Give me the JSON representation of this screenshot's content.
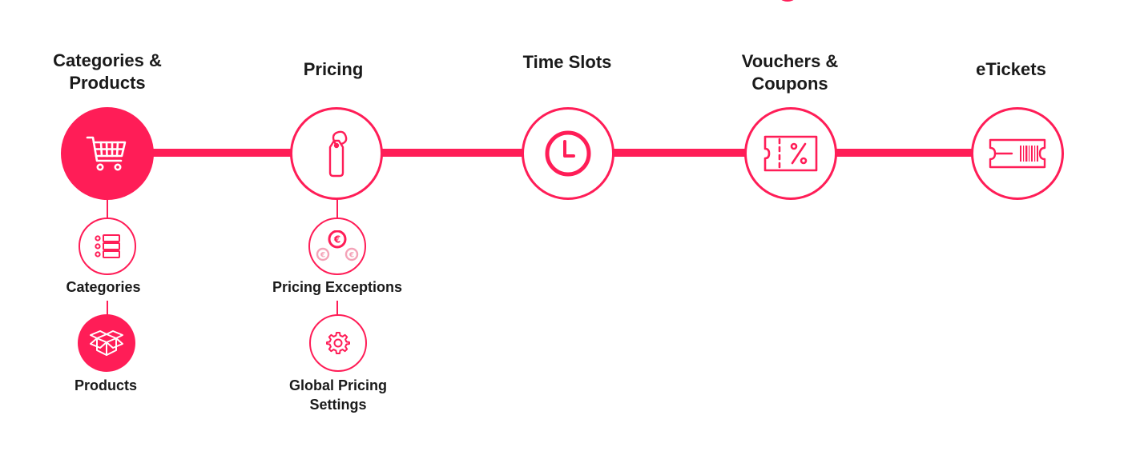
{
  "colors": {
    "accent": "#ff1d57",
    "accent_light": "#f4a3b8",
    "text": "#1a1a1a",
    "background": "#ffffff"
  },
  "steps": [
    {
      "title": "Categories &\nProducts",
      "icon": "shopping-cart-icon"
    },
    {
      "title": "Pricing",
      "icon": "price-tag-icon"
    },
    {
      "title": "Time Slots",
      "icon": "clock-icon"
    },
    {
      "title": "Vouchers &\nCoupons",
      "icon": "voucher-percent-icon"
    },
    {
      "title": "eTickets",
      "icon": "ticket-icon"
    }
  ],
  "substeps": {
    "categories_products": [
      {
        "label": "Categories",
        "icon": "list-icon"
      },
      {
        "label": "Products",
        "icon": "box-icon"
      }
    ],
    "pricing": [
      {
        "label": "Pricing Exceptions",
        "icon": "euro-coins-icon"
      },
      {
        "label": "Global Pricing\nSettings",
        "icon": "gear-icon"
      }
    ]
  }
}
